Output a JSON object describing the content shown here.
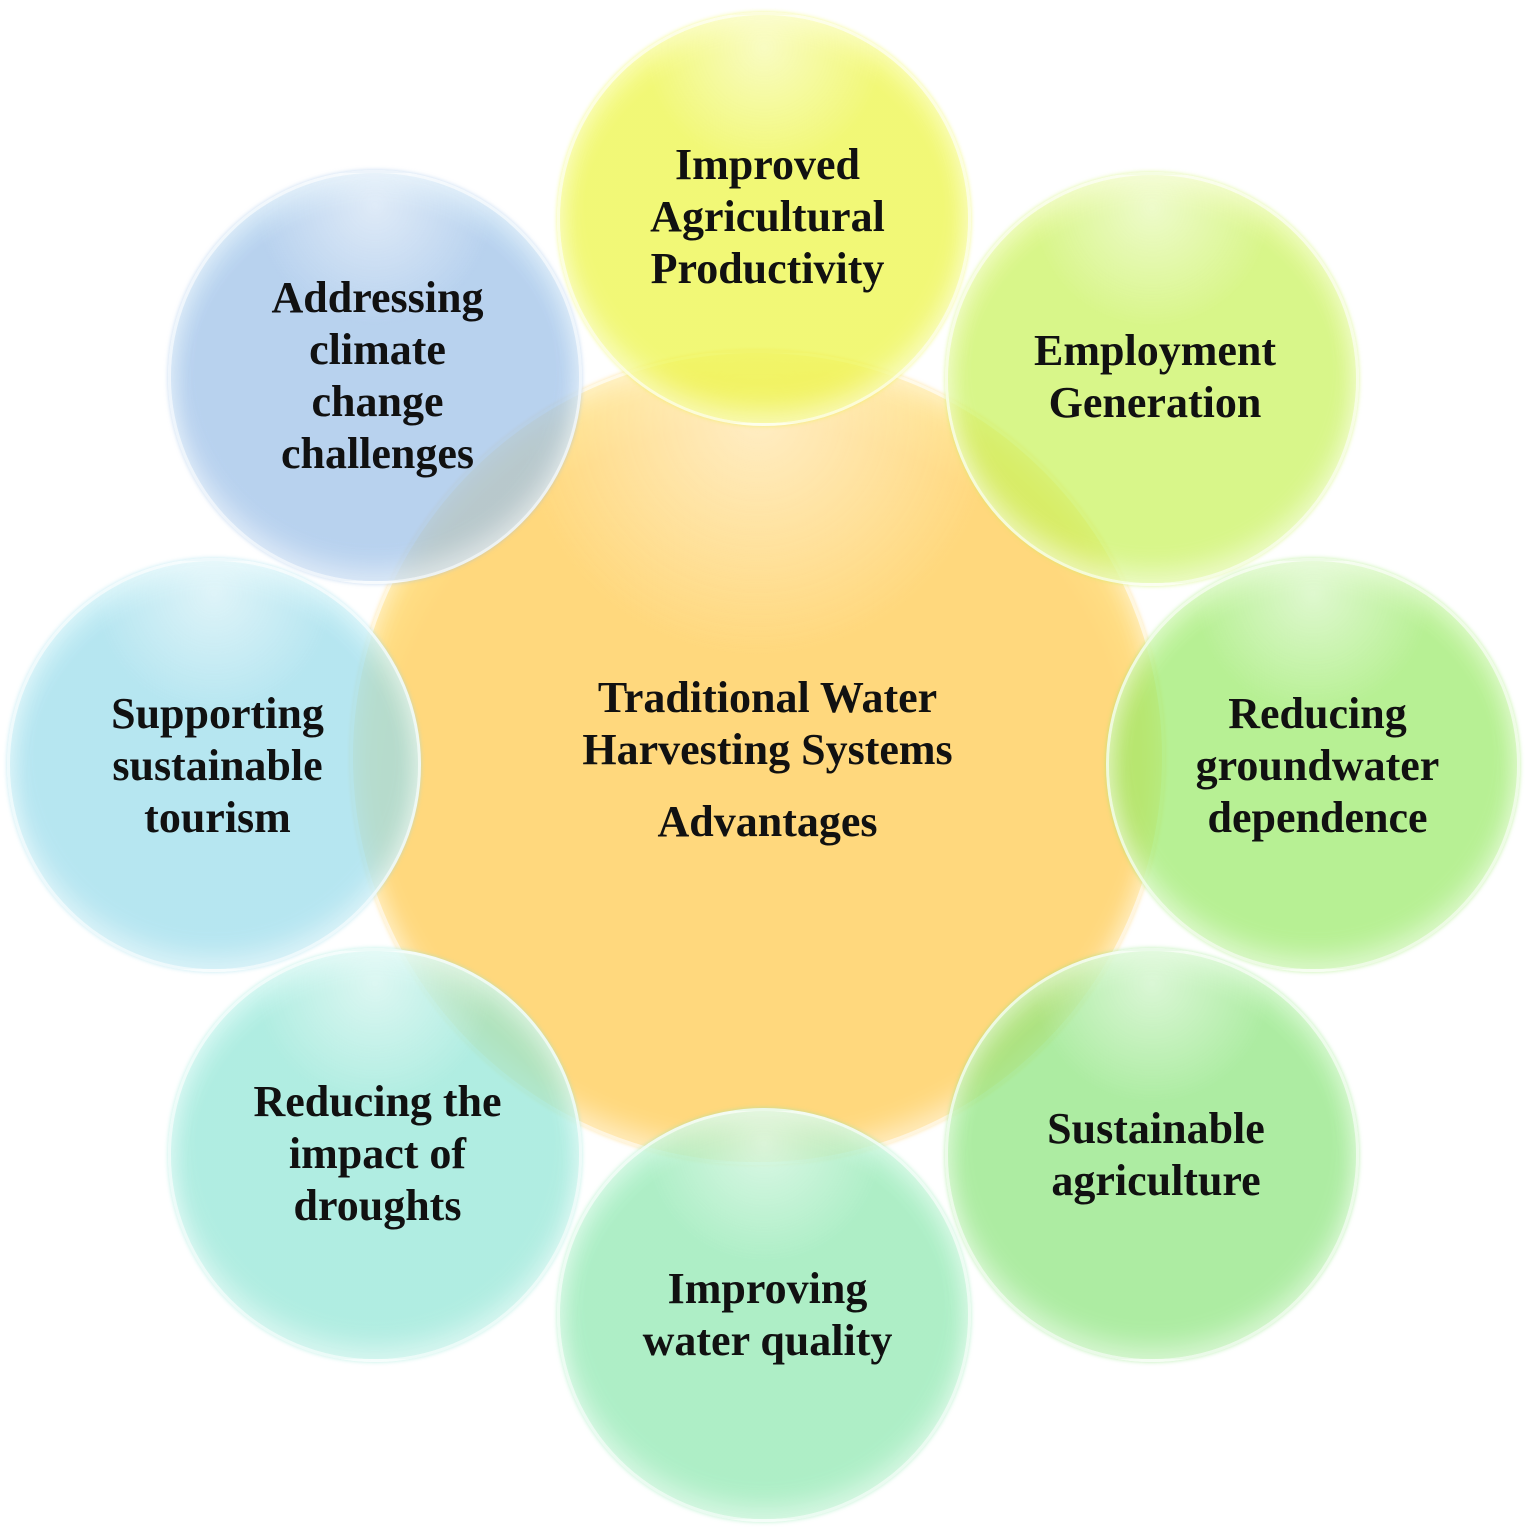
{
  "center": {
    "title_lines": [
      "Traditional Water",
      "Harvesting Systems"
    ],
    "subtitle": "Advantages",
    "color": "#FFD166"
  },
  "petals": [
    {
      "key": "improved-agricultural-productivity",
      "lines": [
        "Improved",
        "Agricultural",
        "Productivity"
      ],
      "color": "#ECF542"
    },
    {
      "key": "employment-generation",
      "lines": [
        "Employment",
        "Generation"
      ],
      "color": "#C9F25C"
    },
    {
      "key": "reducing-groundwater-dependence",
      "lines": [
        "Reducing",
        "groundwater",
        "dependence"
      ],
      "color": "#9BEA6A"
    },
    {
      "key": "sustainable-agriculture",
      "lines": [
        "Sustainable",
        "agriculture"
      ],
      "color": "#8DE57E"
    },
    {
      "key": "improving-water-quality",
      "lines": [
        "Improving",
        "water quality"
      ],
      "color": "#8EE8B0"
    },
    {
      "key": "reducing-impact-of-droughts",
      "lines": [
        "Reducing the",
        "impact of",
        "droughts"
      ],
      "color": "#92E6D6"
    },
    {
      "key": "supporting-sustainable-tourism",
      "lines": [
        "Supporting",
        "sustainable",
        "tourism"
      ],
      "color": "#9ADCEB"
    },
    {
      "key": "addressing-climate-change-challenges",
      "lines": [
        "Addressing",
        "climate",
        "change",
        "challenges"
      ],
      "color": "#9CC0E8"
    }
  ]
}
